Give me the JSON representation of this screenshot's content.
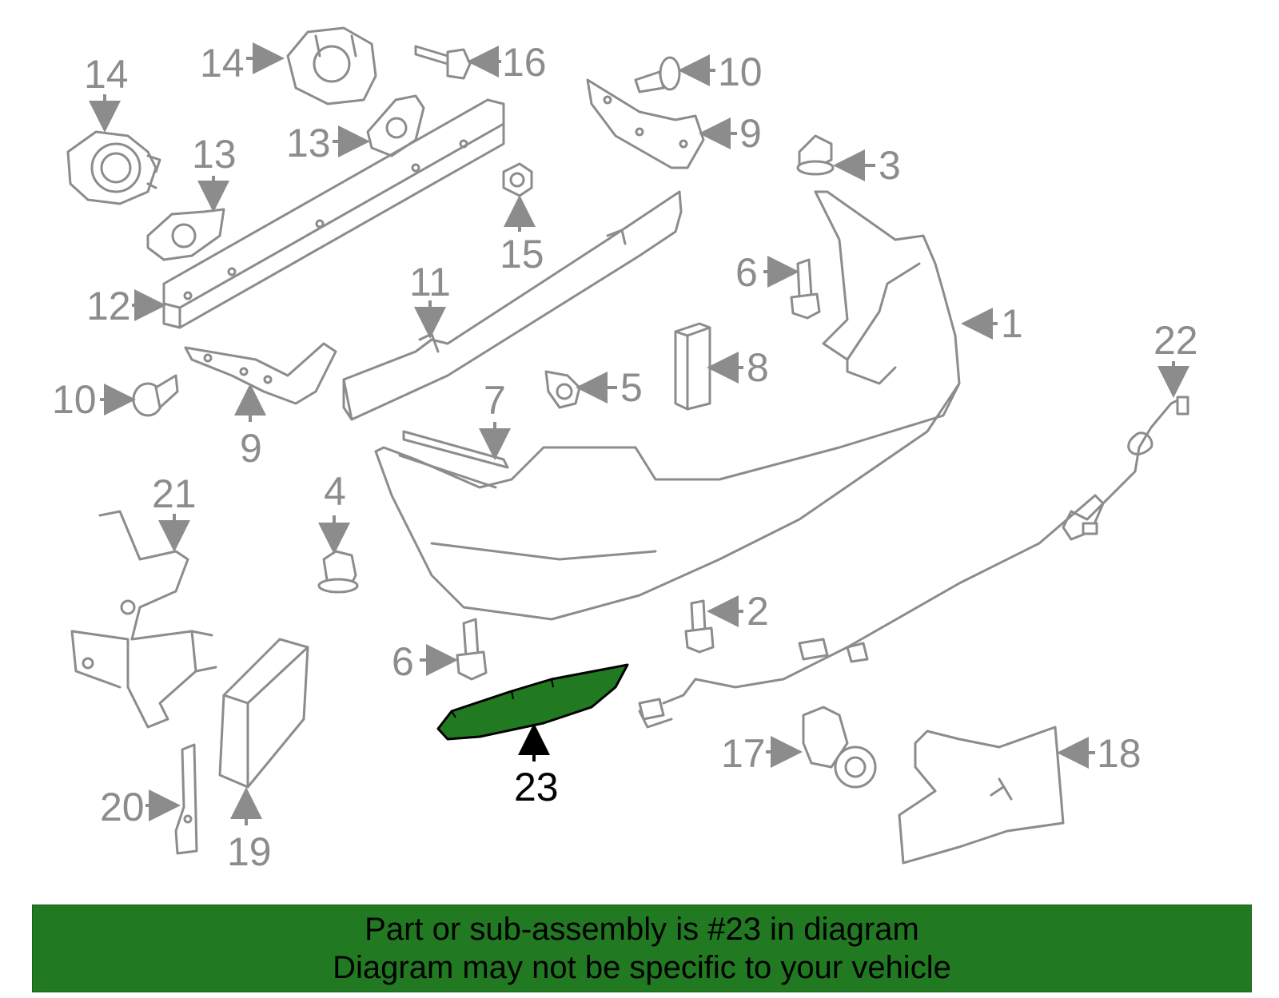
{
  "diagram": {
    "highlight_color": "#217a21",
    "callouts": [
      "1",
      "2",
      "3",
      "4",
      "5",
      "6",
      "6",
      "7",
      "8",
      "9",
      "9",
      "10",
      "10",
      "11",
      "12",
      "13",
      "13",
      "14",
      "14",
      "15",
      "16",
      "17",
      "18",
      "19",
      "20",
      "21",
      "22",
      "23"
    ],
    "highlighted_part": "23"
  },
  "banner": {
    "line1": "Part or sub-assembly is #23 in diagram",
    "line2": "Diagram may not be specific to your vehicle",
    "background": "#217a21"
  }
}
